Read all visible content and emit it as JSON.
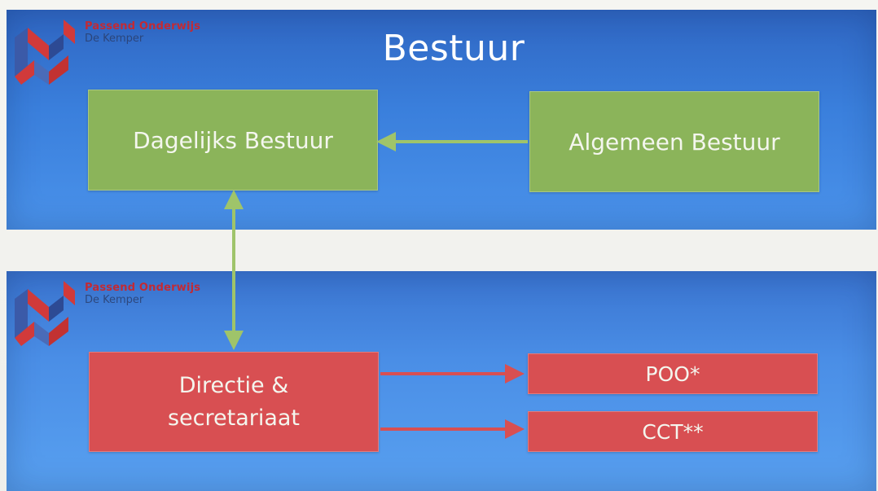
{
  "top_panel": {
    "logo": {
      "name": "Passend Onderwijs",
      "sub": "De Kemper"
    },
    "title": "Bestuur",
    "boxes": {
      "dagelijks": "Dagelijks Bestuur",
      "algemeen": "Algemeen Bestuur"
    }
  },
  "bottom_panel": {
    "logo": {
      "name": "Passend Onderwijs",
      "sub": "De Kemper"
    },
    "boxes": {
      "directie": "Directie &\nsecretariaat",
      "poo": "POO*",
      "cct": "CCT**"
    }
  },
  "colors": {
    "panel_blue": "#3a7fdc",
    "box_green": "#8bb45a",
    "box_red": "#d84f52",
    "arrow_green": "#9fc46a",
    "arrow_red": "#d84f52",
    "brand_red": "#c22a34"
  },
  "diagram": {
    "edges": [
      {
        "from": "Algemeen Bestuur",
        "to": "Dagelijks Bestuur",
        "style": "single-arrow"
      },
      {
        "from": "Dagelijks Bestuur",
        "to": "Directie & secretariaat",
        "style": "double-arrow"
      },
      {
        "from": "Directie & secretariaat",
        "to": "POO*",
        "style": "single-arrow"
      },
      {
        "from": "Directie & secretariaat",
        "to": "CCT**",
        "style": "single-arrow"
      }
    ]
  }
}
